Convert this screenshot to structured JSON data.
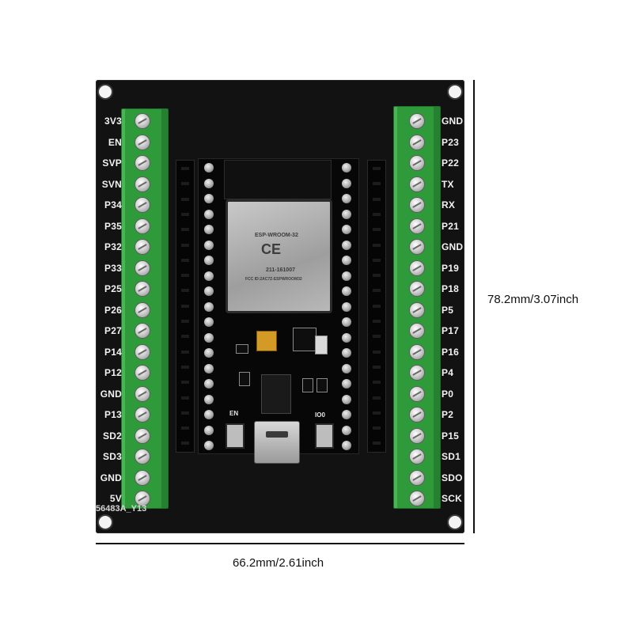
{
  "left_pins": [
    "3V3",
    "EN",
    "SVP",
    "SVN",
    "P34",
    "P35",
    "P32",
    "P33",
    "P25",
    "P26",
    "P27",
    "P14",
    "P12",
    "GND",
    "P13",
    "SD2",
    "SD3",
    "GND",
    "5V"
  ],
  "right_pins": [
    "GND",
    "P23",
    "P22",
    "TX",
    "RX",
    "P21",
    "GND",
    "P19",
    "P18",
    "P5",
    "P17",
    "P16",
    "P4",
    "P0",
    "P2",
    "P15",
    "SD1",
    "SDO",
    "SCK"
  ],
  "part_number": "56483A_Y13",
  "module_label": "ESP-WROOM-32",
  "module_fcc": "FCC ID:2AC7Z-ESPWROOM32",
  "module_cert": "211-161007",
  "silkscreen_en": "EN",
  "silkscreen_io0": "IO0",
  "height_dimension": "78.2mm/3.07inch",
  "width_dimension": "66.2mm/2.61inch",
  "colors": {
    "board": "#121212",
    "terminal_green": "#2e9a3a",
    "screw": "#c8c8c8"
  }
}
